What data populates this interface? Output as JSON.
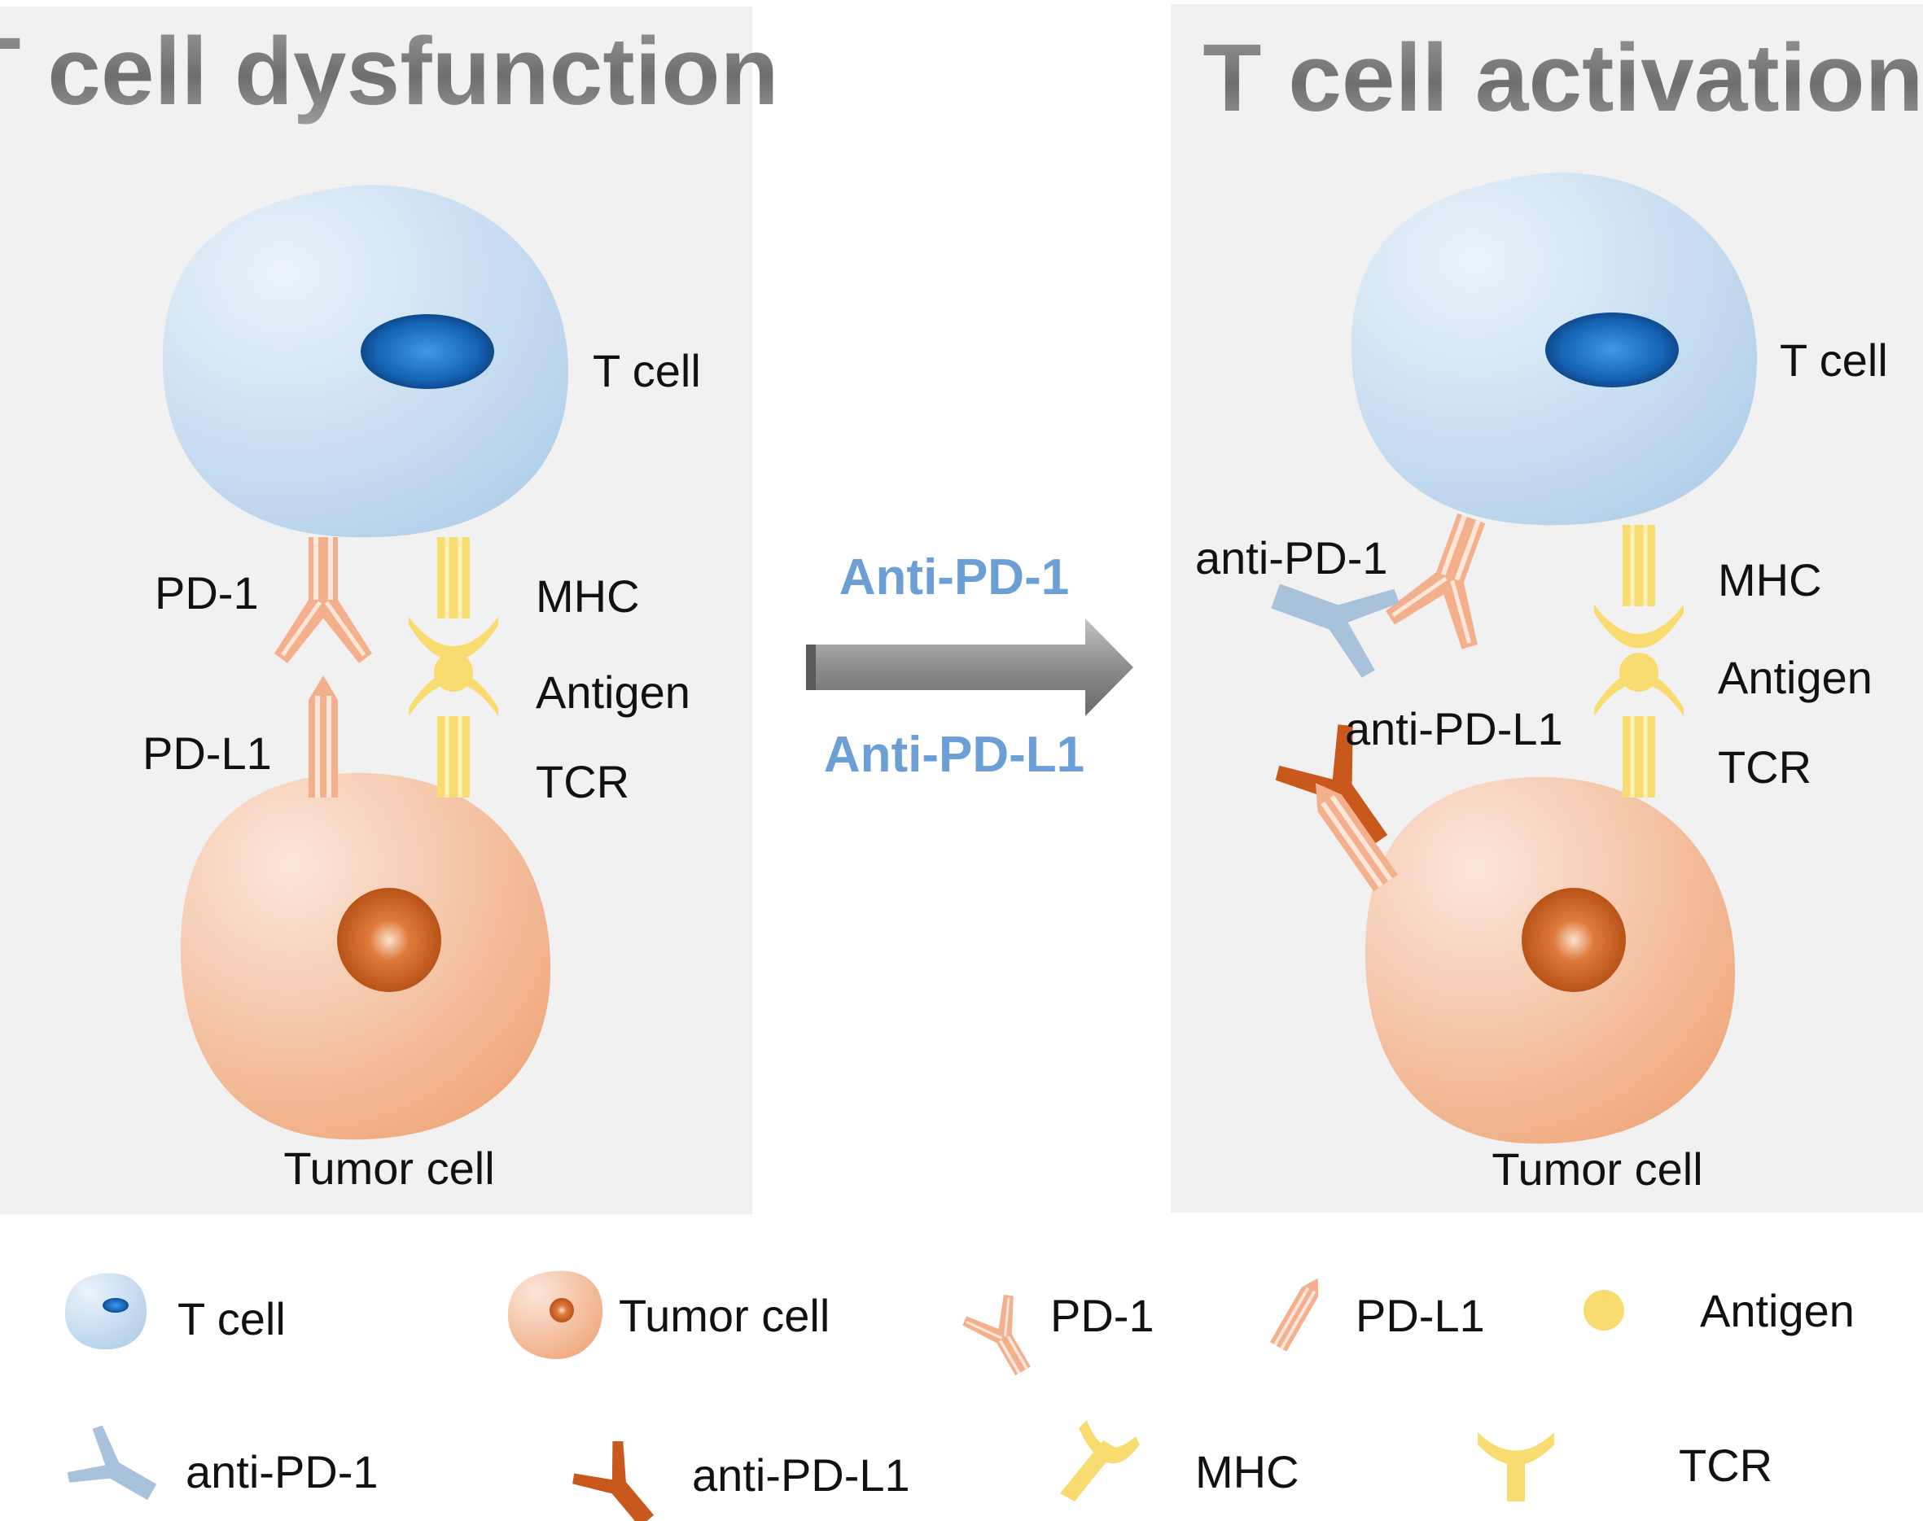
{
  "left_panel": {
    "title": "T cell dysfunction",
    "t_cell_label": "T cell",
    "pd1_label": "PD-1",
    "pdl1_label": "PD-L1",
    "mhc_label": "MHC",
    "antigen_label": "Antigen",
    "tcr_label": "TCR",
    "tumor_label": "Tumor cell"
  },
  "arrow": {
    "top_label": "Anti-PD-1",
    "bottom_label": "Anti-PD-L1"
  },
  "right_panel": {
    "title": "T cell activation",
    "t_cell_label": "T cell",
    "anti_pd1_label": "anti-PD-1",
    "anti_pdl1_label": "anti-PD-L1",
    "mhc_label": "MHC",
    "antigen_label": "Antigen",
    "tcr_label": "TCR",
    "tumor_label": "Tumor cell"
  },
  "legend": {
    "t_cell": "T cell",
    "tumor_cell": "Tumor cell",
    "pd1": "PD-1",
    "pdl1": "PD-L1",
    "antigen": "Antigen",
    "anti_pd1": "anti-PD-1",
    "anti_pdl1": "anti-PD-L1",
    "mhc": "MHC",
    "tcr": "TCR"
  },
  "colors": {
    "panel_bg": "#f1f1f1",
    "t_cell": "#bcd8ef",
    "nucleus_blue": "#1565b6",
    "tumor": "#f2b088",
    "nucleus_orange": "#c9571a",
    "pd1": "#f4b08c",
    "yellow": "#f8dc70",
    "anti_pd1": "#a9c2dc",
    "anti_pdl1": "#c8581b",
    "mid_text": "#6b9fd6"
  }
}
